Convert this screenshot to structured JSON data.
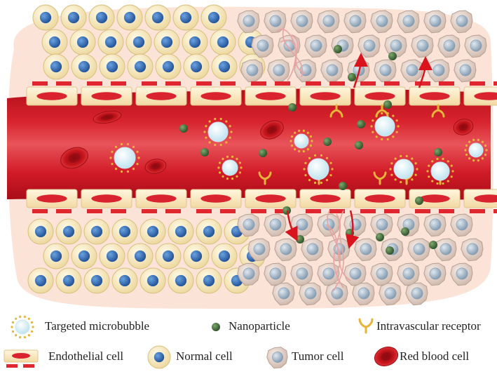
{
  "legend": [
    {
      "key": "microbubble",
      "label": "Targeted microbubble"
    },
    {
      "key": "nanoparticle",
      "label": "Nanoparticle"
    },
    {
      "key": "receptor",
      "label": "Intravascular receptor"
    },
    {
      "key": "endothelial",
      "label": "Endothelial cell"
    },
    {
      "key": "normal",
      "label": "Normal cell"
    },
    {
      "key": "tumor",
      "label": "Tumor cell"
    },
    {
      "key": "rbc",
      "label": "Red blood cell"
    }
  ],
  "colors": {
    "background_blob": "#fbe3d8",
    "vessel": "#c8101e",
    "vessel_highlight": "#e8545a",
    "endothelial_body": "#fbe9c4",
    "endothelial_nucleus": "#d9232e",
    "basement": "#e0262f",
    "normal_cell": "#f6e5b2",
    "normal_nucleus": "#2f6fb8",
    "tumor_cell": "#e9d9d0",
    "tumor_nucleus": "#9bb0c4",
    "nanoparticle": "#3f6b3a",
    "microbubble": "#eaf6fb",
    "receptor": "#e7b53a",
    "arrow": "#d9141c",
    "rbc": "#c4141c"
  },
  "icons": [
    "microbubble-icon",
    "nanoparticle-icon",
    "receptor-icon",
    "endothelial-cell-icon",
    "normal-cell-icon",
    "tumor-cell-icon",
    "red-blood-cell-icon"
  ]
}
